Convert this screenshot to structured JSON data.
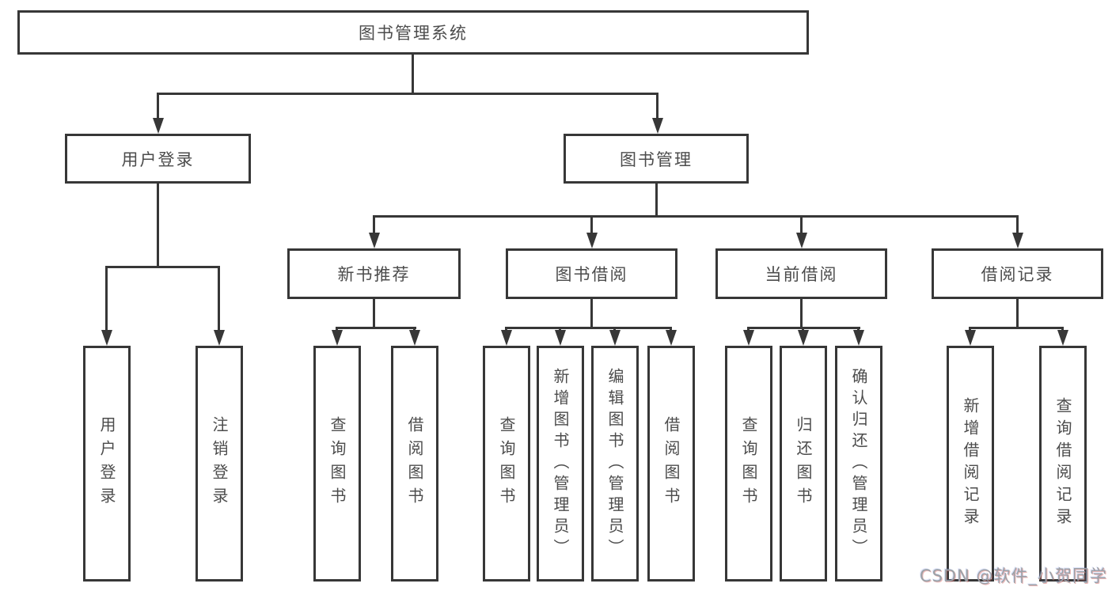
{
  "diagram": {
    "title_node": {
      "label": "图书管理系统"
    },
    "level2": [
      {
        "label": "用户登录"
      },
      {
        "label": "图书管理"
      }
    ],
    "level3": [
      {
        "label": "新书推荐"
      },
      {
        "label": "图书借阅"
      },
      {
        "label": "当前借阅"
      },
      {
        "label": "借阅记录"
      }
    ],
    "leaves": [
      {
        "label": "用户登录"
      },
      {
        "label": "注销登录"
      },
      {
        "label": "查询图书"
      },
      {
        "label": "借阅图书"
      },
      {
        "label": "查询图书"
      },
      {
        "label": "新增图书（管理员）"
      },
      {
        "label": "编辑图书（管理员）"
      },
      {
        "label": "借阅图书"
      },
      {
        "label": "查询图书"
      },
      {
        "label": "归还图书"
      },
      {
        "label": "确认归还（管理员）"
      },
      {
        "label": "新增借阅记录"
      },
      {
        "label": "查询借阅记录"
      }
    ]
  },
  "watermark": {
    "text": "CSDN @软件_小贺同学"
  },
  "colors": {
    "line": "#373737",
    "text": "#4c4c4c",
    "watermark": "#9ba1a6"
  }
}
